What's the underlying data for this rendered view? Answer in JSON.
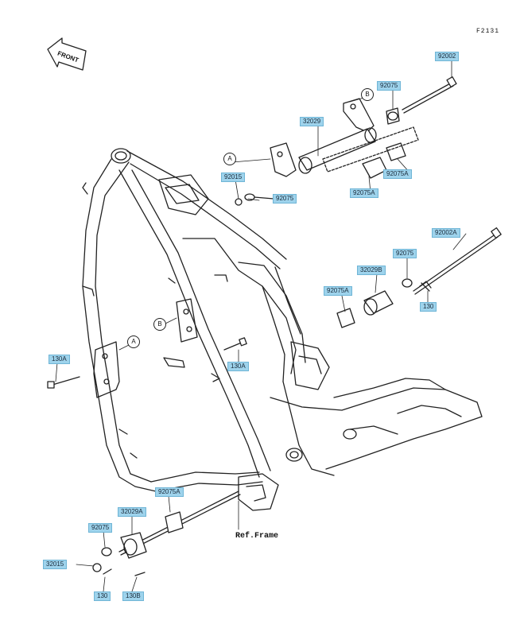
{
  "figure_code": "F2131",
  "front_indicator": "FRONT",
  "ref_label": "Ref.Frame",
  "callouts": {
    "a": "A",
    "b": "B"
  },
  "colors": {
    "label_fill": "#9ed3ec",
    "label_border": "#6fb5d6",
    "line": "#222222"
  },
  "parts": {
    "p92002": "92002",
    "p92075_top": "92075",
    "p32029": "32029",
    "p92015_top": "92015",
    "p92075_mid": "92075",
    "p92075A_top": "92075A",
    "p92075A_mid": "92075A",
    "p92002A": "92002A",
    "p92075_right": "92075",
    "p32029B": "32029B",
    "p92075A_right": "92075A",
    "p130_right": "130",
    "p130A_center": "130A",
    "p130A_left": "130A",
    "p92075A_low": "92075A",
    "p32029A": "32029A",
    "p92075_low": "92075",
    "p32015": "32015",
    "p130_low": "130",
    "p130B": "130B"
  }
}
